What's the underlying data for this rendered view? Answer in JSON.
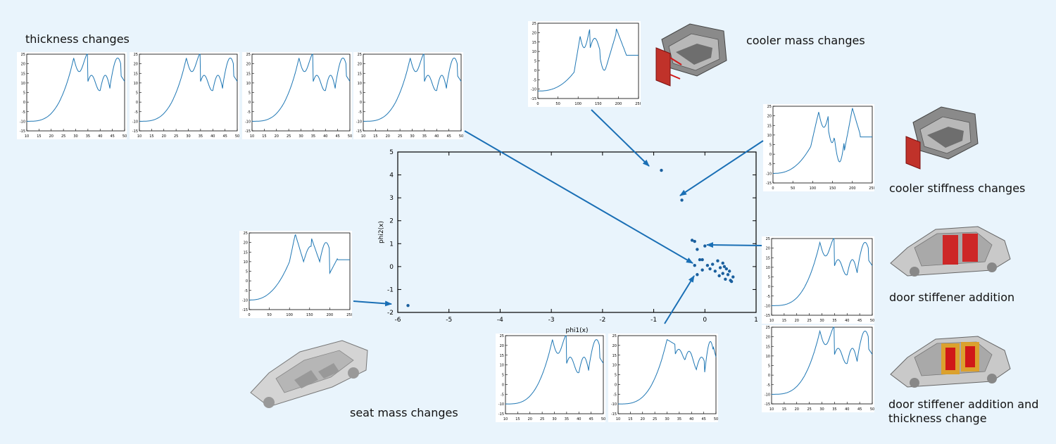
{
  "labels": {
    "thickness": "thickness changes",
    "cooler_mass": "cooler mass changes",
    "cooler_stiffness": "cooler stiffness changes",
    "door_stiffener": "door stiffener addition",
    "door_stiffener_thickness_1": "door stiffener addition and",
    "door_stiffener_thickness_2": "thickness change",
    "seat_mass": "seat mass changes"
  },
  "colors": {
    "background": "#e9f4fc",
    "curve": "#1f77b4",
    "arrow": "#1a6fb5",
    "point": "#1a5f9e",
    "accent_red": "#d01818",
    "accent_orange": "#e0a020"
  },
  "icons": [
    "cooler-assembly-icon",
    "car-body-door-stiffener-icon",
    "car-body-seat-icon"
  ],
  "chart_data": {
    "type": "scatter",
    "xlabel": "phi1(x)",
    "ylabel": "phi2(x)",
    "xlim": [
      -6,
      1
    ],
    "ylim": [
      -2,
      5
    ],
    "xticks": [
      -6,
      -5,
      -4,
      -3,
      -2,
      -1,
      0,
      1
    ],
    "yticks": [
      -2,
      -1,
      0,
      1,
      2,
      3,
      4,
      5
    ],
    "points": [
      [
        -5.8,
        -1.7
      ],
      [
        -0.85,
        4.2
      ],
      [
        -0.45,
        2.9
      ],
      [
        -0.25,
        1.15
      ],
      [
        -0.2,
        1.1
      ],
      [
        -0.15,
        0.75
      ],
      [
        -0.1,
        0.3
      ],
      [
        -0.05,
        0.3
      ],
      [
        0.0,
        0.9
      ],
      [
        -0.2,
        0.05
      ],
      [
        -0.15,
        -0.35
      ],
      [
        -0.05,
        -0.15
      ],
      [
        0.05,
        0.05
      ],
      [
        0.1,
        -0.1
      ],
      [
        0.15,
        0.1
      ],
      [
        0.2,
        -0.2
      ],
      [
        0.25,
        0.25
      ],
      [
        0.3,
        -0.05
      ],
      [
        0.35,
        0.15
      ],
      [
        0.28,
        -0.4
      ],
      [
        0.35,
        -0.3
      ],
      [
        0.4,
        -0.55
      ],
      [
        0.45,
        -0.35
      ],
      [
        0.5,
        -0.6
      ],
      [
        0.42,
        -0.1
      ],
      [
        0.38,
        0.0
      ],
      [
        0.48,
        -0.2
      ],
      [
        0.55,
        -0.45
      ],
      [
        0.52,
        -0.65
      ]
    ]
  },
  "mini_charts": [
    {
      "id": "thick-1",
      "xticks": [
        "10",
        "15",
        "20",
        "25",
        "30",
        "35",
        "40",
        "45",
        "50"
      ],
      "yticks": [
        "-15",
        "-10",
        "-5",
        "0",
        "5",
        "10",
        "15",
        "20",
        "25"
      ]
    },
    {
      "id": "thick-2",
      "xticks": [
        "10",
        "15",
        "20",
        "25",
        "30",
        "35",
        "40",
        "45",
        "50"
      ],
      "yticks": [
        "-15",
        "-10",
        "-5",
        "0",
        "5",
        "10",
        "15",
        "20",
        "25"
      ]
    },
    {
      "id": "thick-3",
      "xticks": [
        "10",
        "15",
        "20",
        "25",
        "30",
        "35",
        "40",
        "45",
        "50"
      ],
      "yticks": [
        "-15",
        "-10",
        "-5",
        "0",
        "5",
        "10",
        "15",
        "20",
        "25"
      ]
    },
    {
      "id": "thick-4",
      "xticks": [
        "10",
        "15",
        "20",
        "25",
        "30",
        "35",
        "40",
        "45",
        "50"
      ],
      "yticks": [
        "-15",
        "-10",
        "-5",
        "0",
        "5",
        "10",
        "15",
        "20",
        "25"
      ]
    },
    {
      "id": "cooler-mass",
      "xticks": [
        "0",
        "50",
        "100",
        "150",
        "200",
        "250"
      ],
      "yticks": [
        "-15",
        "-10",
        "-5",
        "0",
        "5",
        "10",
        "15",
        "20",
        "25"
      ]
    },
    {
      "id": "cooler-stiff",
      "xticks": [
        "0",
        "50",
        "100",
        "150",
        "200",
        "250"
      ],
      "yticks": [
        "-15",
        "-10",
        "-5",
        "0",
        "5",
        "10",
        "15",
        "20",
        "25"
      ]
    },
    {
      "id": "door-add",
      "xticks": [
        "10",
        "15",
        "20",
        "25",
        "30",
        "35",
        "40",
        "45",
        "50"
      ],
      "yticks": [
        "-15",
        "-10",
        "-5",
        "0",
        "5",
        "10",
        "15",
        "20",
        "25"
      ]
    },
    {
      "id": "door-thick",
      "xticks": [
        "10",
        "15",
        "20",
        "25",
        "30",
        "35",
        "40",
        "45",
        "50"
      ],
      "yticks": [
        "-15",
        "-10",
        "-5",
        "0",
        "5",
        "10",
        "15",
        "20",
        "25"
      ]
    },
    {
      "id": "seat-left",
      "xticks": [
        "0",
        "50",
        "100",
        "150",
        "200",
        "250"
      ],
      "yticks": [
        "-15",
        "-10",
        "-5",
        "0",
        "5",
        "10",
        "15",
        "20",
        "25"
      ]
    },
    {
      "id": "seat-bottom-1",
      "xticks": [
        "10",
        "15",
        "20",
        "25",
        "30",
        "35",
        "40",
        "45",
        "50"
      ],
      "yticks": [
        "-15",
        "-10",
        "-5",
        "0",
        "5",
        "10",
        "15",
        "20",
        "25"
      ]
    },
    {
      "id": "seat-bottom-2",
      "xticks": [
        "10",
        "15",
        "20",
        "25",
        "30",
        "35",
        "40",
        "45",
        "50"
      ],
      "yticks": [
        "-15",
        "-10",
        "-5",
        "0",
        "5",
        "10",
        "15",
        "20",
        "25"
      ]
    }
  ]
}
